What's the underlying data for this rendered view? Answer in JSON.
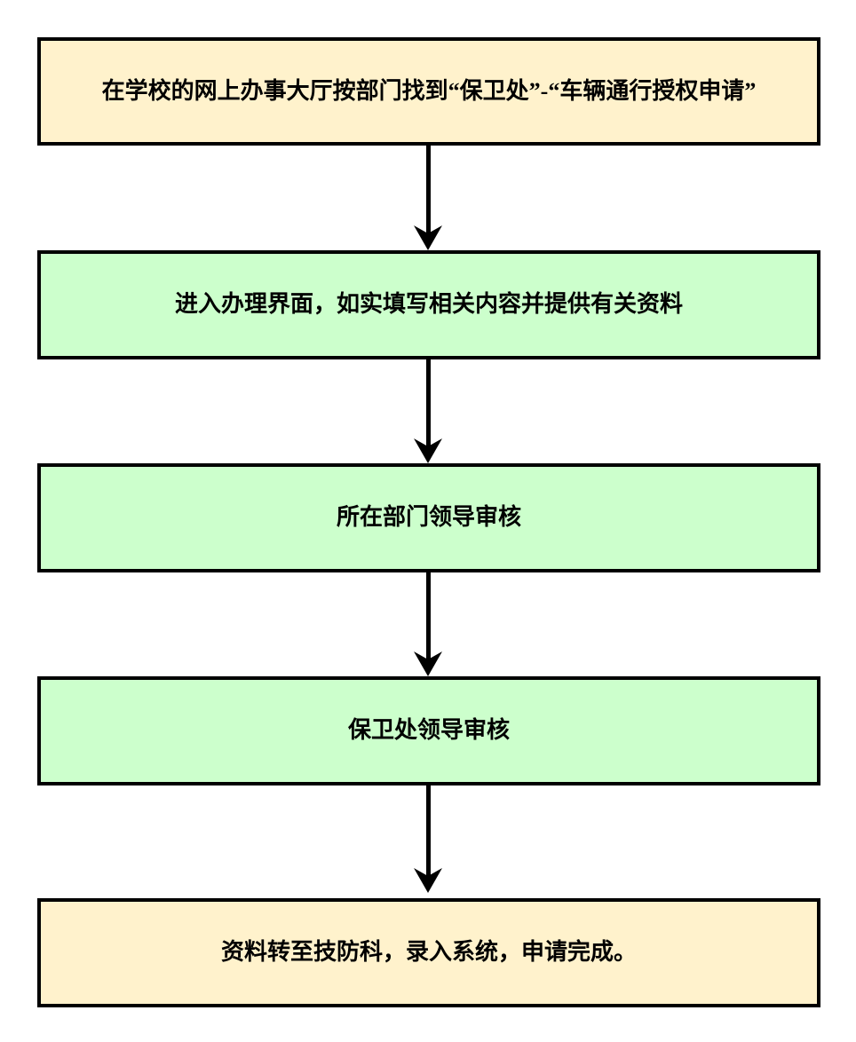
{
  "page": {
    "background": "#FFFFFF"
  },
  "flowchart": {
    "steps": [
      {
        "label": "在学校的网上办事大厅按部门找到“保卫处”-“车辆通行授权申请”",
        "fill": "#FFF2CC"
      },
      {
        "label": "进入办理界面，如实填写相关内容并提供有关资料",
        "fill": "#CCFFCC"
      },
      {
        "label": "所在部门领导审核",
        "fill": "#CCFFCC"
      },
      {
        "label": "保卫处领导审核",
        "fill": "#CCFFCC"
      },
      {
        "label": "资料转至技防科，录入系统，申请完成。",
        "fill": "#FFF2CC"
      }
    ],
    "connectors": [
      {
        "from": 1,
        "to": 2,
        "direction": "down"
      },
      {
        "from": 2,
        "to": 3,
        "direction": "down"
      },
      {
        "from": 3,
        "to": 4,
        "direction": "down"
      },
      {
        "from": 4,
        "to": 5,
        "direction": "down"
      }
    ],
    "colors": {
      "border": "#000000",
      "arrow": "#000000",
      "terminal_fill": "#FFF2CC",
      "process_fill": "#CCFFCC",
      "text": "#000000"
    }
  }
}
